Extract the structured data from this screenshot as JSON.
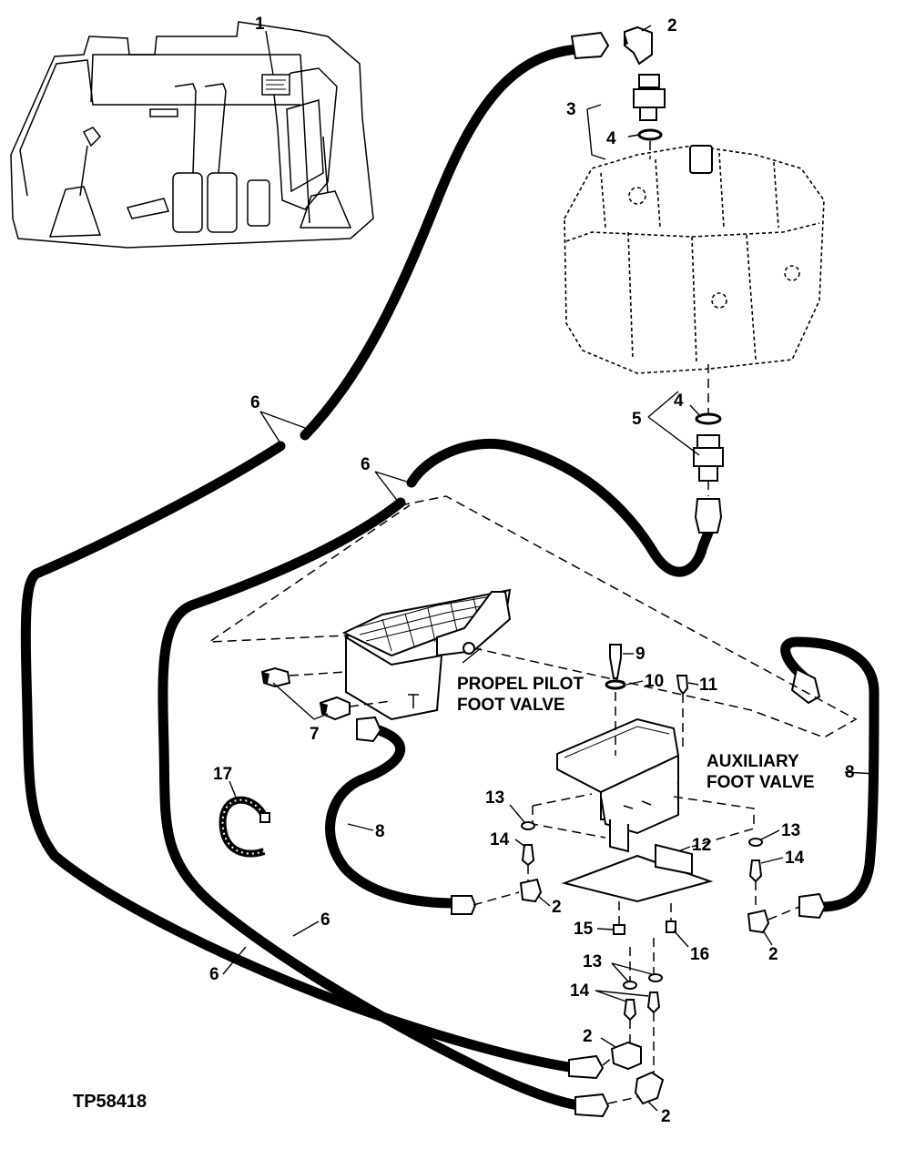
{
  "figure_id": "TP58418",
  "labels": {
    "propel_pilot_line1": "PROPEL PILOT",
    "propel_pilot_line2": "FOOT VALVE",
    "auxiliary_line1": "AUXILIARY",
    "auxiliary_line2": "FOOT VALVE"
  },
  "callouts": {
    "c1": "1",
    "c2a": "2",
    "c2b": "2",
    "c2c": "2",
    "c2d": "2",
    "c2e": "2",
    "c3": "3",
    "c4a": "4",
    "c4b": "4",
    "c5": "5",
    "c6a": "6",
    "c6b": "6",
    "c6c": "6",
    "c6d": "6",
    "c7": "7",
    "c8a": "8",
    "c8b": "8",
    "c9": "9",
    "c10": "10",
    "c11": "11",
    "c12": "12",
    "c13a": "13",
    "c13b": "13",
    "c13c": "13",
    "c14a": "14",
    "c14b": "14",
    "c14c": "14",
    "c15": "15",
    "c16": "16",
    "c17": "17"
  },
  "icons": [
    "cab-interior-icon",
    "control-valve-icon",
    "foot-pedal-icon",
    "hose-icon",
    "elbow-fitting-icon",
    "clamp-icon"
  ]
}
